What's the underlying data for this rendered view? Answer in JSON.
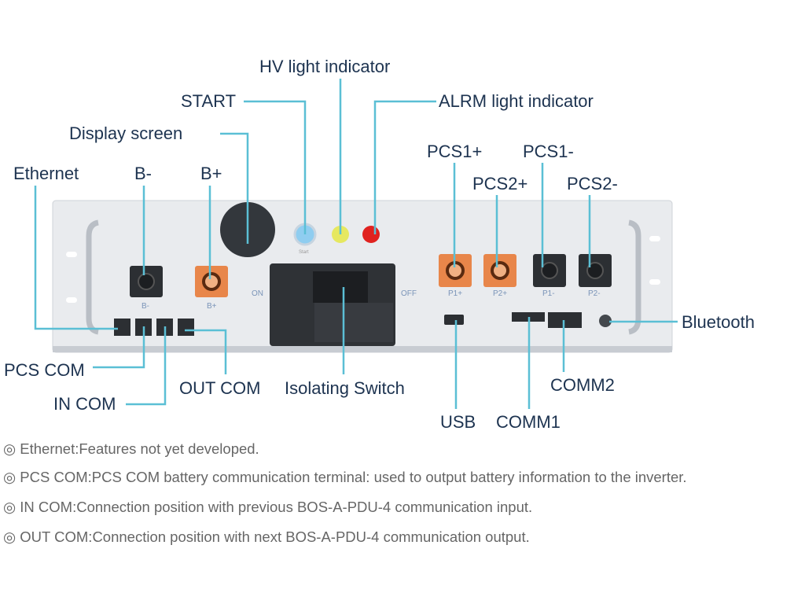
{
  "labels": {
    "hv": "HV light indicator",
    "start": "START",
    "alrm": "ALRM light indicator",
    "display": "Display screen",
    "ethernet": "Ethernet",
    "bminus": "B-",
    "bplus": "B+",
    "pcs1p": "PCS1+",
    "pcs2p": "PCS2+",
    "pcs1m": "PCS1-",
    "pcs2m": "PCS2-",
    "bluetooth": "Bluetooth",
    "pcscom": "PCS COM",
    "incom": "IN COM",
    "outcom": "OUT COM",
    "switch": "Isolating Switch",
    "usb": "USB",
    "comm1": "COMM1",
    "comm2": "COMM2"
  },
  "panel": {
    "bminus": "B-",
    "bplus": "B+",
    "on": "ON",
    "off": "OFF",
    "p1p": "P1+",
    "p2p": "P2+",
    "p1m": "P1-",
    "p2m": "P2-",
    "start": "Start"
  },
  "notes": [
    "◎ Ethernet:Features not yet developed.",
    "◎ PCS COM:PCS COM battery communication terminal: used to output battery information to the inverter.",
    "◎ IN COM:Connection position with previous BOS-A-PDU-4 communication input.",
    "◎ OUT COM:Connection position with next BOS-A-PDU-4 communication output."
  ],
  "colors": {
    "leader": "#5bbfd5",
    "text": "#1d3350",
    "panel": "#e9ebee",
    "orange": "#e8864a",
    "black": "#2c2f33"
  }
}
